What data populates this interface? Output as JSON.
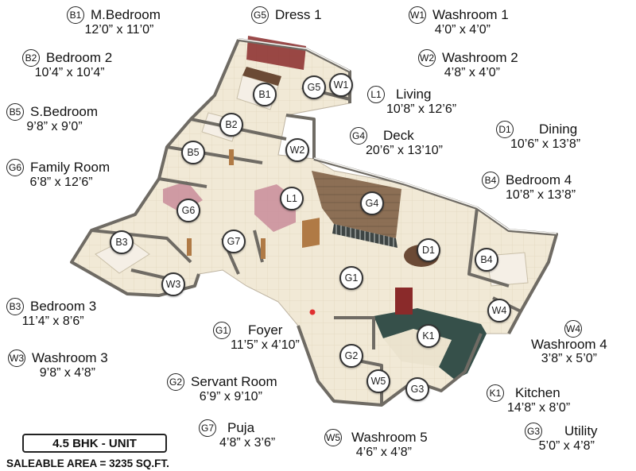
{
  "rooms": {
    "B1": {
      "code": "B1",
      "name": "M.Bedroom",
      "dims": "12’0” x 11’0”"
    },
    "B2": {
      "code": "B2",
      "name": "Bedroom 2",
      "dims": "10’4” x 10’4”"
    },
    "B5": {
      "code": "B5",
      "name": "S.Bedroom",
      "dims": "9’8” x 9’0”"
    },
    "G6": {
      "code": "G6",
      "name": "Family Room",
      "dims": "6’8” x 12’6”"
    },
    "B3": {
      "code": "B3",
      "name": "Bedroom 3",
      "dims": "11’4” x 8’6”"
    },
    "W3": {
      "code": "W3",
      "name": "Washroom 3",
      "dims": "9’8” x 4’8”"
    },
    "G5": {
      "code": "G5",
      "name": "Dress 1",
      "dims": ""
    },
    "W1": {
      "code": "W1",
      "name": "Washroom 1",
      "dims": "4’0” x 4’0”"
    },
    "W2": {
      "code": "W2",
      "name": "Washroom 2",
      "dims": "4’8” x 4’0”"
    },
    "L1": {
      "code": "L1",
      "name": "Living",
      "dims": "10’8” x 12’6”"
    },
    "G4": {
      "code": "G4",
      "name": "Deck",
      "dims": "20’6” x 13’10”"
    },
    "D1": {
      "code": "D1",
      "name": "Dining",
      "dims": "10’6” x 13’8”"
    },
    "B4": {
      "code": "B4",
      "name": "Bedroom 4",
      "dims": "10’8” x 13’8”"
    },
    "W4": {
      "code": "W4",
      "name": "Washroom 4",
      "dims": "3’8” x 5’0”"
    },
    "K1": {
      "code": "K1",
      "name": "Kitchen",
      "dims": "14’8” x 8’0”"
    },
    "G3": {
      "code": "G3",
      "name": "Utility",
      "dims": "5’0” x 4’8”"
    },
    "G1": {
      "code": "G1",
      "name": "Foyer",
      "dims": "11’5” x 4’10”"
    },
    "G2": {
      "code": "G2",
      "name": "Servant Room",
      "dims": "6’9” x 9’10”"
    },
    "G7": {
      "code": "G7",
      "name": "Puja",
      "dims": "4’8” x 3’6”"
    },
    "W5": {
      "code": "W5",
      "name": "Washroom 5",
      "dims": "4’6” x 4’8”"
    }
  },
  "unit_label": "4.5 BHK - UNIT",
  "area_label": "SALEABLE AREA = 3235 SQ.FT.",
  "colors": {
    "floor": "#efe6d2",
    "wall": "#fbfaf7",
    "wall_shadow": "#8d8a84",
    "deck_wood": "#7a5a3e",
    "kitchen_top": "#36504a",
    "accent_red": "#8a2a2a",
    "sofa_pink": "#c98c9a"
  }
}
